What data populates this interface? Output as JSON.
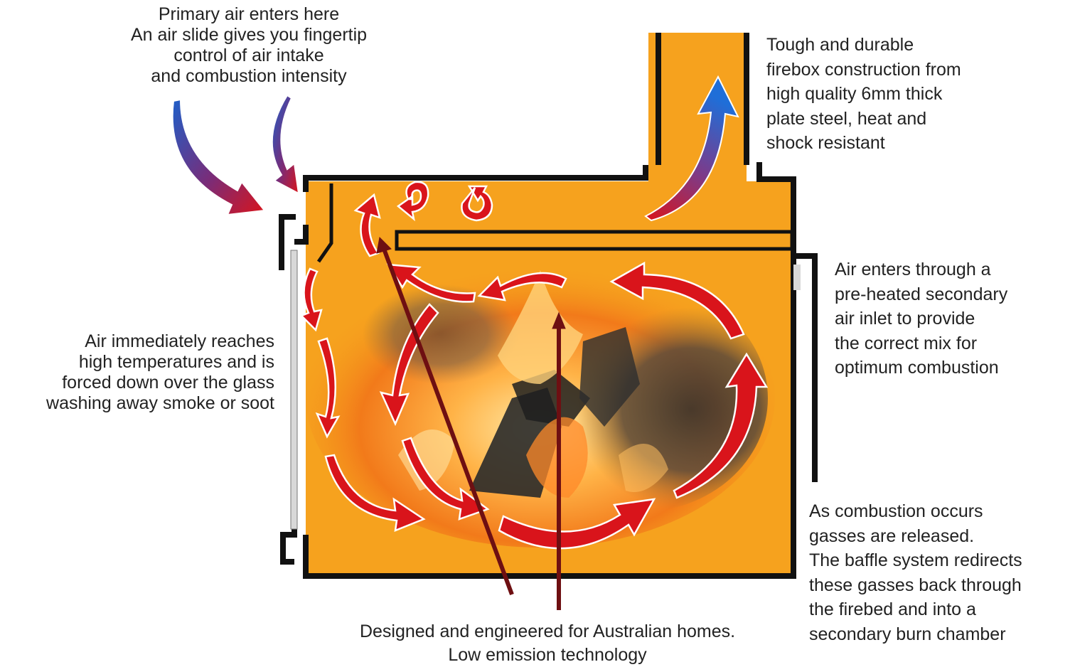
{
  "annotations": {
    "primary_air": [
      "Primary air enters here",
      "An air slide gives you fingertip",
      "control of air intake",
      "and combustion intensity"
    ],
    "firebox": [
      "Tough and durable",
      "firebox construction from",
      "high quality 6mm thick",
      "plate steel, heat and",
      "shock resistant"
    ],
    "secondary_air": [
      "Air enters through a",
      "pre-heated secondary",
      "air inlet to provide",
      "the correct mix for",
      "optimum combustion"
    ],
    "glass_wash": [
      "Air immediately reaches",
      "high temperatures and is",
      "forced down over the glass",
      "washing away smoke or soot"
    ],
    "baffle": [
      "As combustion occurs",
      "gasses are released.",
      "The baffle system redirects",
      "these gasses back through",
      "the firebed and into a",
      "secondary burn chamber"
    ],
    "footer": [
      "Designed and engineered for Australian homes.",
      "Low emission technology"
    ]
  },
  "colors": {
    "firebox_fill": "#F6A21E",
    "wall": "#111111",
    "flow_arrow": "#D9141B",
    "cool_air": "#1F5FC8",
    "pointer": "#6E0F12",
    "glass": "#D8D8D8"
  }
}
